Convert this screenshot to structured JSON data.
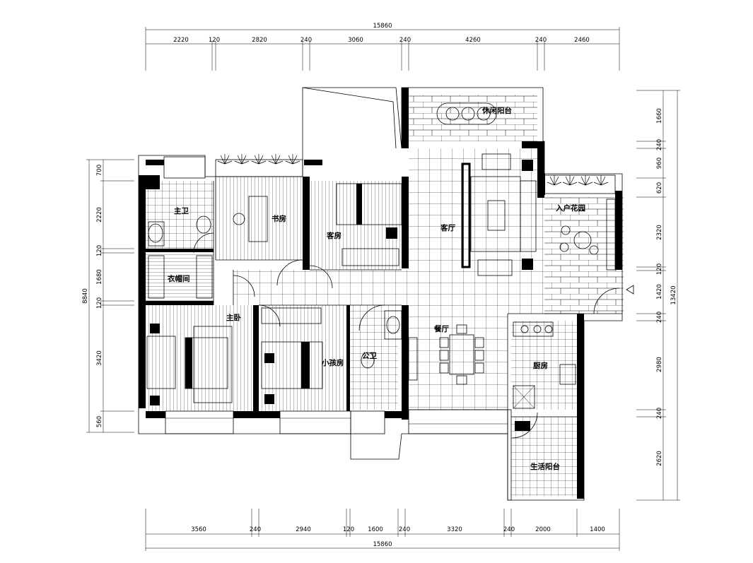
{
  "plan": {
    "dimensions": {
      "top_total": "15860",
      "top_segments": [
        "2220",
        "120",
        "2820",
        "240",
        "3060",
        "240",
        "4260",
        "240",
        "2460"
      ],
      "bottom_total": "15860",
      "bottom_segments": [
        "3560",
        "240",
        "2940",
        "120",
        "1600",
        "240",
        "3320",
        "240",
        "2000",
        "1400"
      ],
      "left_total": "8840",
      "left_segments": [
        "700",
        "2220",
        "120",
        "1680",
        "120",
        "3420",
        "560"
      ],
      "right_total": "13420",
      "right_segments": [
        "1660",
        "240",
        "960",
        "620",
        "2320",
        "120",
        "1420",
        "240",
        "2980",
        "240",
        "2620"
      ]
    },
    "rooms": {
      "leisure_balcony": "休闲阳台",
      "master_bath": "主卫",
      "study": "书房",
      "guest_room": "客房",
      "living_room": "客厅",
      "entry_garden": "入户花园",
      "walk_in_closet": "衣帽间",
      "master_bedroom": "主卧",
      "dining_room": "餐厅",
      "kitchen": "厨房",
      "kids_room": "小孩房",
      "public_bath": "公卫",
      "utility_balcony": "生活阳台"
    }
  }
}
